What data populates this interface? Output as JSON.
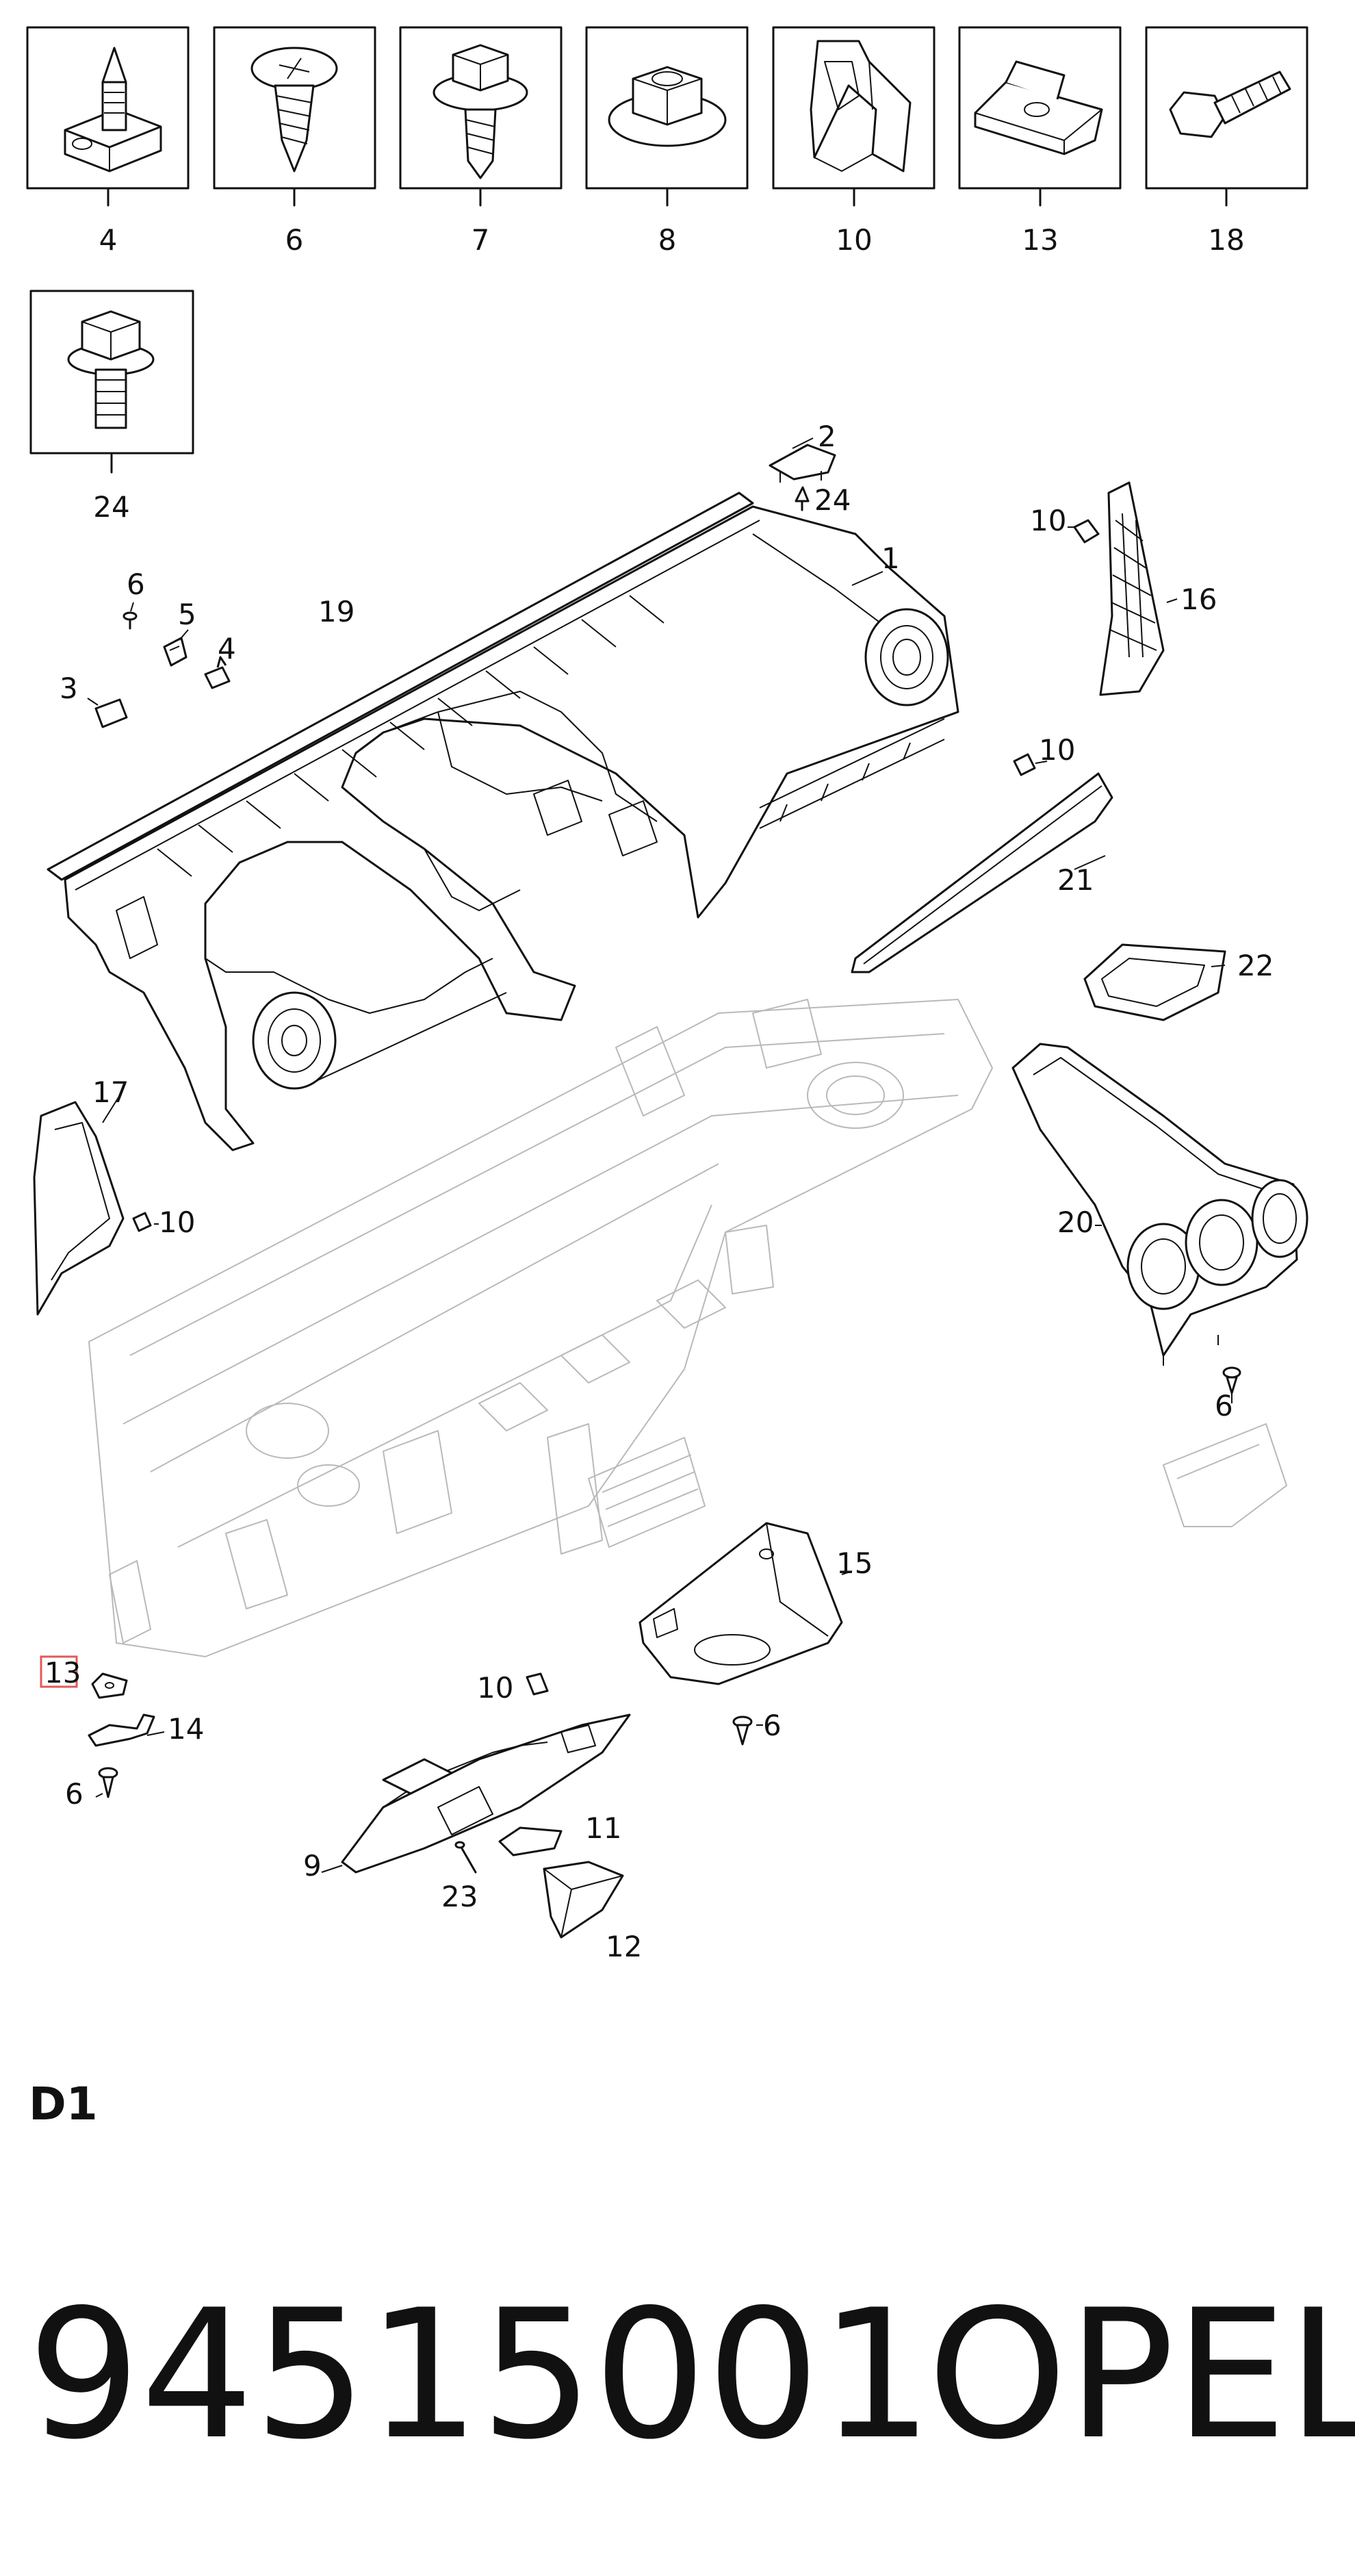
{
  "diagram": {
    "section_code": "D1",
    "part_number": "94515001",
    "brand": "OPEL",
    "highlight_color": "#e05a5a",
    "legend_boxes": [
      {
        "label": "4",
        "icon": "stud-bracket-icon"
      },
      {
        "label": "6",
        "icon": "phillips-screw-icon"
      },
      {
        "label": "7",
        "icon": "hex-tapping-screw-icon"
      },
      {
        "label": "8",
        "icon": "hex-flange-nut-icon"
      },
      {
        "label": "10",
        "icon": "spring-clip-icon"
      },
      {
        "label": "13",
        "icon": "speed-nut-icon"
      },
      {
        "label": "18",
        "icon": "hex-bolt-icon"
      },
      {
        "label": "24",
        "icon": "flange-bolt-icon"
      }
    ],
    "callouts": {
      "c1": "1",
      "c2": "2",
      "c24": "24",
      "c10a": "10",
      "c16": "16",
      "c6a": "6",
      "c5": "5",
      "c19": "19",
      "c4": "4",
      "c3": "3",
      "c10b": "10",
      "c21": "21",
      "c22": "22",
      "c17": "17",
      "c10c": "10",
      "c20": "20",
      "c6b": "6",
      "c15": "15",
      "c13": "13",
      "c14": "14",
      "c10d": "10",
      "c6c": "6",
      "c6d": "6",
      "c11": "11",
      "c9": "9",
      "c23": "23",
      "c12": "12"
    }
  }
}
